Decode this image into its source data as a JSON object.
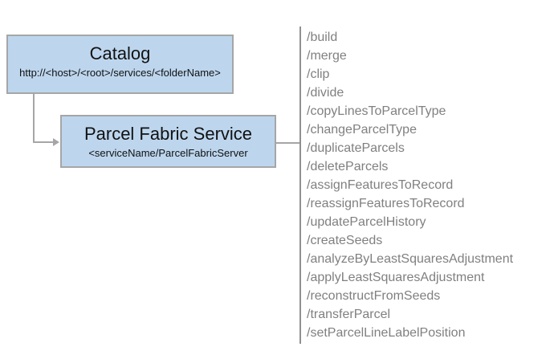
{
  "diagram": {
    "catalog": {
      "title": "Catalog",
      "subtitle": "http://<host>/<root>/services/<folderName>"
    },
    "service": {
      "title": "Parcel Fabric Service",
      "subtitle": "<serviceName/ParcelFabricServer"
    },
    "endpoints": [
      "/build",
      "/merge",
      "/clip",
      "/divide",
      "/copyLinesToParcelType",
      "/changeParcelType",
      "/duplicateParcels",
      "/deleteParcels",
      "/assignFeaturesToRecord",
      "/reassignFeaturesToRecord",
      "/updateParcelHistory",
      "/createSeeds",
      "/analyzeByLeastSquaresAdjustment",
      "/applyLeastSquaresAdjustment",
      "/reconstructFromSeeds",
      "/transferParcel",
      "/setParcelLineLabelPosition"
    ],
    "colors": {
      "node_fill": "#BDD6EE",
      "node_border": "#A6A6A6",
      "connector": "#A6A6A6",
      "rule": "#909090",
      "endpoint_text": "#808080",
      "node_text": "#111111"
    }
  }
}
